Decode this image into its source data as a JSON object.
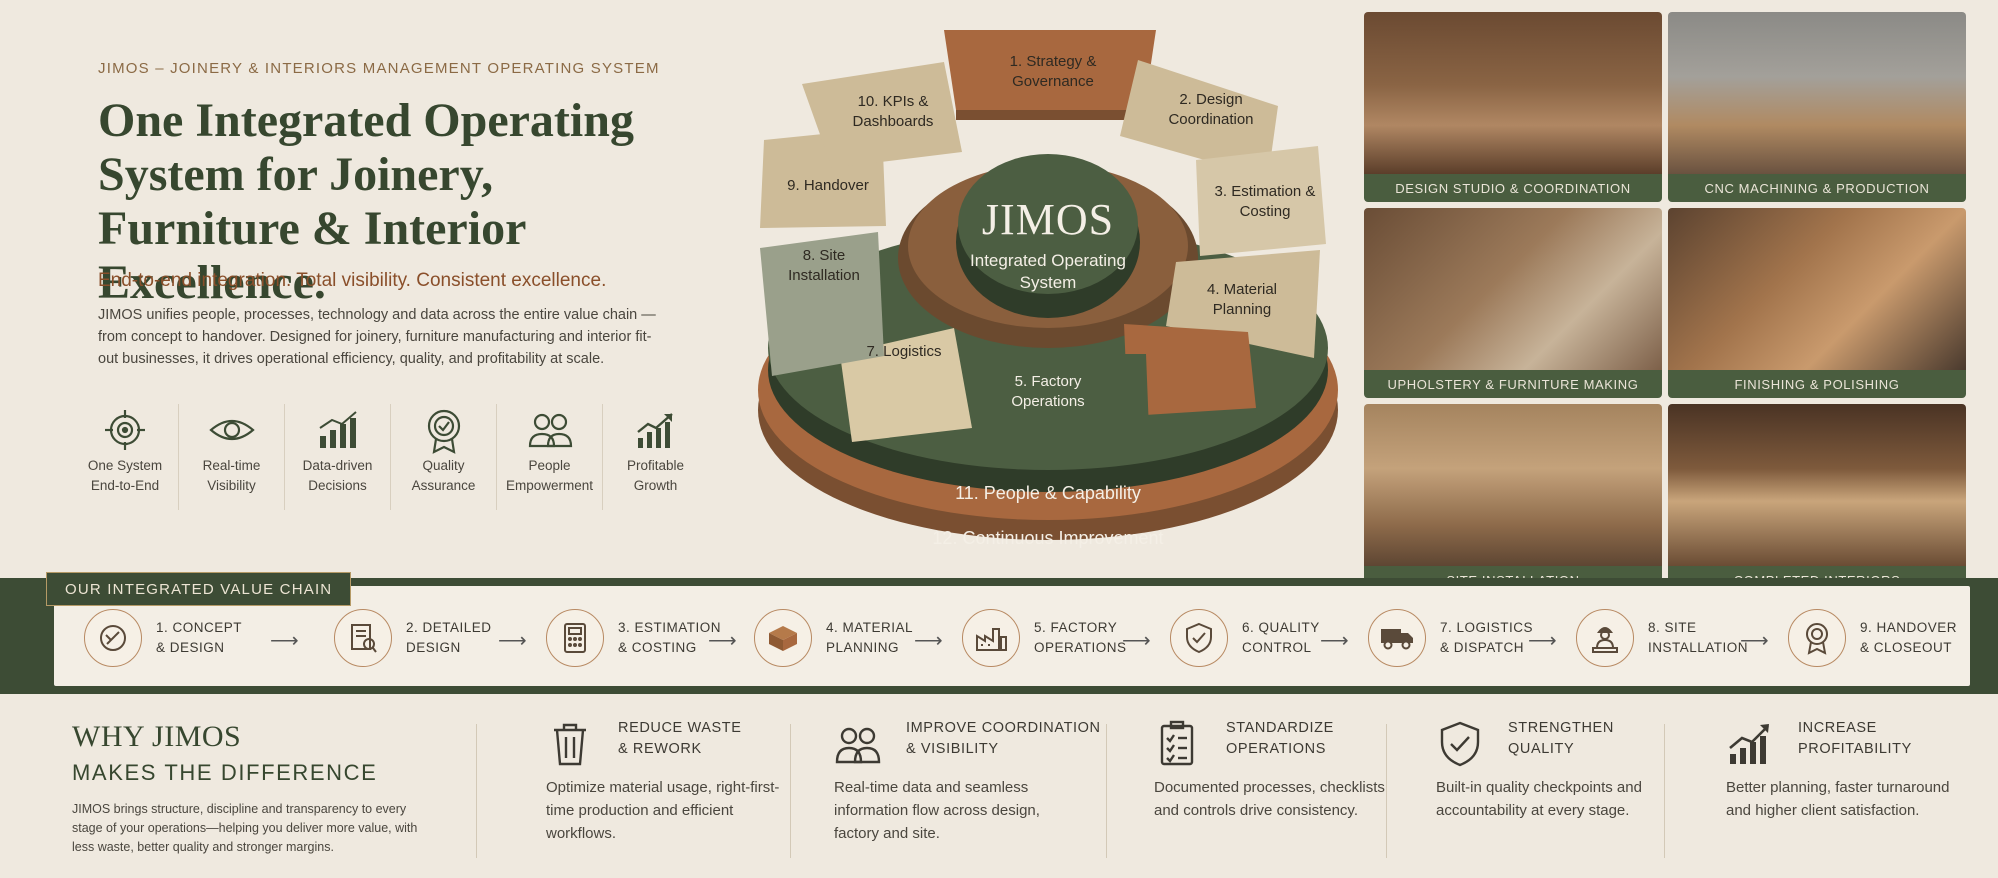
{
  "hero": {
    "eyebrow": "JIMOS – JOINERY & INTERIORS MANAGEMENT OPERATING SYSTEM",
    "headline": "One Integrated Operating System for Joinery, Furniture & Interior Excellence.",
    "tagline": "End-to-end integration. Total visibility. Consistent excellence.",
    "intro": "JIMOS unifies people, processes, technology and data across the entire value chain — from concept to handover. Designed for joinery, furniture manufacturing and interior fit-out businesses, it drives operational efficiency, quality, and profitability at scale."
  },
  "pillars": [
    {
      "icon": "target-icon",
      "label": "One System\nEnd-to-End"
    },
    {
      "icon": "eye-icon",
      "label": "Real-time\nVisibility"
    },
    {
      "icon": "bar-chart-icon",
      "label": "Data-driven\nDecisions"
    },
    {
      "icon": "quality-badge-icon",
      "label": "Quality\nAssurance"
    },
    {
      "icon": "people-icon",
      "label": "People\nEmpowerment"
    },
    {
      "icon": "growth-chart-icon",
      "label": "Profitable\nGrowth"
    }
  ],
  "wheel": {
    "hub_title": "JIMOS",
    "hub_subtitle": "Integrated Operating\nSystem",
    "segments": [
      "1. Strategy &\nGovernance",
      "2. Design\nCoordination",
      "3. Estimation &\nCosting",
      "4. Material\nPlanning",
      "5. Factory\nOperations",
      "7. Logistics",
      "8. Site\nInstallation",
      "9. Handover",
      "10. KPIs &\nDashboards"
    ],
    "ring_11": "11. People & Capability",
    "ring_12": "12. Continuous Improvement"
  },
  "photos": [
    {
      "caption": "DESIGN STUDIO & COORDINATION"
    },
    {
      "caption": "CNC MACHINING & PRODUCTION"
    },
    {
      "caption": "UPHOLSTERY & FURNITURE MAKING"
    },
    {
      "caption": "FINISHING & POLISHING"
    },
    {
      "caption": "SITE INSTALLATION"
    },
    {
      "caption": "COMPLETED INTERIORS"
    }
  ],
  "value_chain": {
    "badge": "OUR INTEGRATED VALUE CHAIN",
    "arrow": "⟶",
    "steps": [
      {
        "icon": "concept-icon",
        "label": "1. CONCEPT\n& DESIGN"
      },
      {
        "icon": "drawing-icon",
        "label": "2. DETAILED\nDESIGN"
      },
      {
        "icon": "calculator-icon",
        "label": "3. ESTIMATION\n& COSTING"
      },
      {
        "icon": "boxes-icon",
        "label": "4. MATERIAL\nPLANNING"
      },
      {
        "icon": "factory-icon",
        "label": "5. FACTORY\nOPERATIONS"
      },
      {
        "icon": "shield-check-icon",
        "label": "6. QUALITY\nCONTROL"
      },
      {
        "icon": "truck-icon",
        "label": "7. LOGISTICS\n& DISPATCH"
      },
      {
        "icon": "installer-icon",
        "label": "8. SITE\nINSTALLATION"
      },
      {
        "icon": "award-icon",
        "label": "9. HANDOVER\n& CLOSEOUT"
      }
    ]
  },
  "why": {
    "title": "WHY JIMOS",
    "subtitle": "MAKES THE DIFFERENCE",
    "body": "JIMOS brings structure, discipline and transparency to every stage of your operations—helping you deliver more value, with less waste, better quality and stronger margins.",
    "benefits": [
      {
        "icon": "trash-icon",
        "title": "REDUCE WASTE\n& REWORK",
        "desc": "Optimize material usage, right-first-time production and efficient workflows."
      },
      {
        "icon": "people-icon",
        "title": "IMPROVE COORDINATION\n& VISIBILITY",
        "desc": "Real-time data and seamless information flow across design, factory and site."
      },
      {
        "icon": "checklist-icon",
        "title": "STANDARDIZE\nOPERATIONS",
        "desc": "Documented processes, checklists and controls drive consistency."
      },
      {
        "icon": "shield-check-icon",
        "title": "STRENGTHEN\nQUALITY",
        "desc": "Built-in quality checkpoints and accountability at every stage."
      },
      {
        "icon": "growth-chart-icon",
        "title": "INCREASE\nPROFITABILITY",
        "desc": "Better planning, faster turnaround and higher client satisfaction."
      }
    ]
  },
  "colors": {
    "forest": "#3d4c35",
    "walnut": "#a8683f",
    "sand": "#cdbb98",
    "cream": "#efe9df"
  }
}
